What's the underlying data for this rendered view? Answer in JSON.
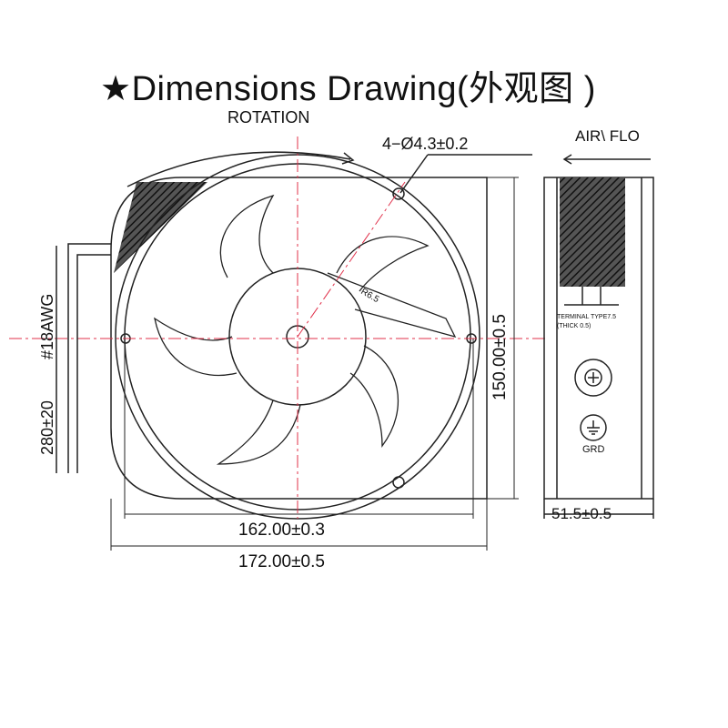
{
  "title": "★Dimensions Drawing(外观图 )",
  "labels": {
    "rotation": "ROTATION",
    "mounting_holes": "4−Ø4.3±0.2",
    "air_flow": "AIR\\ FLO",
    "height": "150.00±0.5",
    "inner_width": "162.00±0.3",
    "outer_width": "172.00±0.5",
    "depth": "51.5±0.5",
    "wire_length": "280±20",
    "wire_gauge": "#18AWG",
    "radius": "R6.5",
    "terminal_type": "TERMINAL TYPE7.5",
    "terminal_thick": "(THICK 0.5)",
    "ground": "GRD"
  },
  "colors": {
    "line": "#222222",
    "centerline": "#e0304a",
    "hatch": "#333333"
  }
}
